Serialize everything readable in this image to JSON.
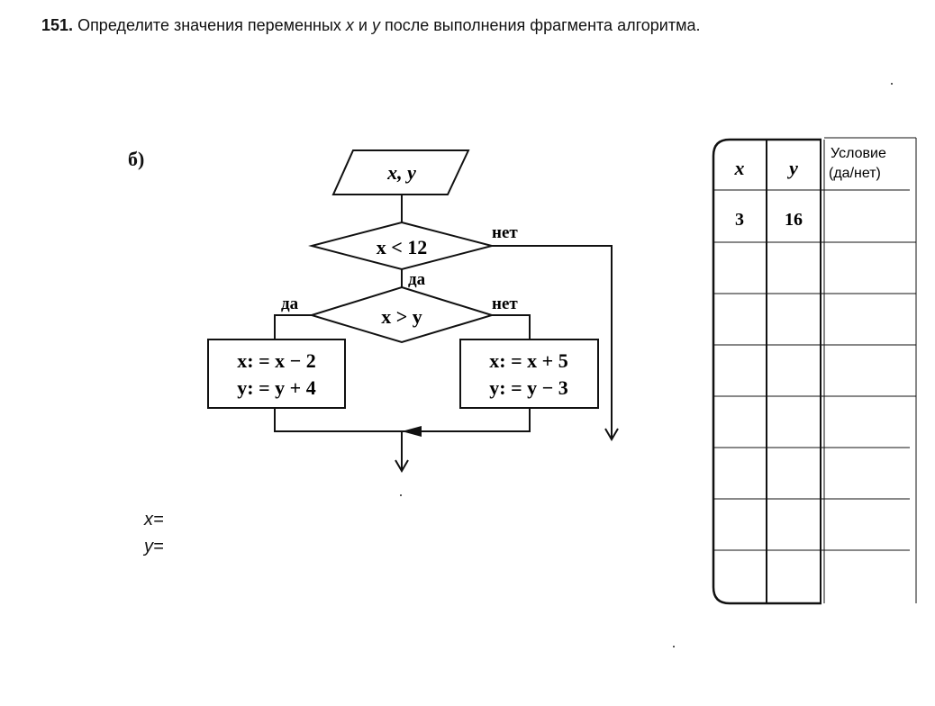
{
  "task": {
    "number": "151.",
    "text_before_x": "Определите значения переменных ",
    "var_x": "x",
    "text_and": " и ",
    "var_y": "y",
    "text_after": " после выполнения фрагмента алгоритма."
  },
  "part_label": "б)",
  "flowchart": {
    "input_block": "x, y",
    "condition1": "x < 12",
    "condition1_no": "нет",
    "condition1_yes": "да",
    "condition2": "x > y",
    "condition2_yes": "да",
    "condition2_no": "нет",
    "yes_branch_line1": "x: = x − 2",
    "yes_branch_line2": "y: = y + 4",
    "no_branch_line1": "x: = x + 5",
    "no_branch_line2": "y: = y − 3"
  },
  "answer": {
    "x_label": "x=",
    "y_label": "y="
  },
  "trace_table": {
    "headers": [
      "x",
      "y",
      "Условие",
      "(да/нет)"
    ],
    "rows": [
      [
        "3",
        "16",
        ""
      ],
      [
        "",
        "",
        ""
      ],
      [
        "",
        "",
        ""
      ],
      [
        "",
        "",
        ""
      ],
      [
        "",
        "",
        ""
      ],
      [
        "",
        "",
        ""
      ],
      [
        "",
        "",
        ""
      ],
      [
        "",
        "",
        ""
      ]
    ]
  }
}
